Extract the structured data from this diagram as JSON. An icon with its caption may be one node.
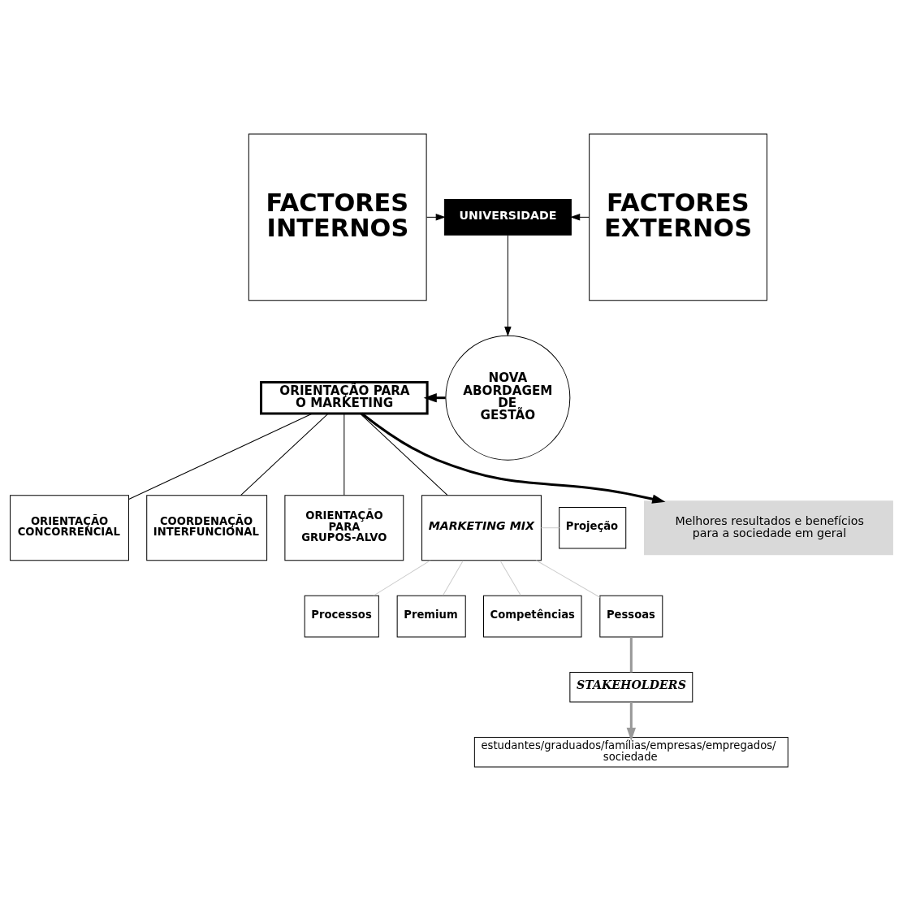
{
  "diagram": {
    "nodes": [
      {
        "text": [
          "FACTORES INTERNOS"
        ]
      },
      {
        "text": [
          "UNIVERSIDADE"
        ]
      },
      {
        "text": [
          "FACTORES EXTERNOS"
        ]
      },
      {
        "text": [
          "NOVA ABORDAGEM DE GESTÃO"
        ]
      },
      {
        "text": [
          "ORIENTAÇÃO PARA O MARKETING"
        ]
      },
      {
        "text": [
          "ORIENTAÇÃO CONCORRENCIAL"
        ]
      },
      {
        "text": [
          "COORDENAÇÃO INTERFUNCIONAL"
        ]
      },
      {
        "text": [
          "ORIENTAÇÃO PARA GRUPOS-ALVO"
        ]
      },
      {
        "text": [
          "MARKETING MIX"
        ]
      },
      {
        "text": [
          "Processos"
        ]
      },
      {
        "text": [
          "Premium"
        ]
      },
      {
        "text": [
          "Competências"
        ]
      },
      {
        "text": [
          "Projeção"
        ]
      },
      {
        "text": [
          "Pessoas"
        ]
      },
      {
        "text": [
          "STAKEHOLDERS"
        ]
      },
      {
        "text": [
          "estudantes/graduados/famílias/empresas/empregados/ sociedade"
        ]
      },
      {
        "text": [
          "Melhores resultados e benefícios para a sociedade em geral"
        ]
      }
    ],
    "edges": [
      {
        "from": 0,
        "to": 1,
        "arrow": "to"
      },
      {
        "from": 2,
        "to": 1,
        "arrow": "to"
      },
      {
        "from": 1,
        "to": 3,
        "arrow": "to"
      },
      {
        "from": 3,
        "to": 4,
        "arrow": "to",
        "style": "thick"
      },
      {
        "from": 4,
        "to": 5,
        "arrow": "none"
      },
      {
        "from": 4,
        "to": 6,
        "arrow": "none"
      },
      {
        "from": 4,
        "to": 7,
        "arrow": "none"
      },
      {
        "from": 4,
        "to": 8,
        "arrow": "none"
      },
      {
        "from": 4,
        "to": 16,
        "arrow": "to",
        "style": "thick"
      },
      {
        "from": 8,
        "to": 9,
        "arrow": "none",
        "color": "#cccccc"
      },
      {
        "from": 8,
        "to": 10,
        "arrow": "none",
        "color": "#cccccc"
      },
      {
        "from": 8,
        "to": 11,
        "arrow": "none",
        "color": "#cccccc"
      },
      {
        "from": 8,
        "to": 12,
        "arrow": "none",
        "color": "#cccccc"
      },
      {
        "from": 8,
        "to": 13,
        "arrow": "none",
        "color": "#cccccc"
      },
      {
        "from": 13,
        "to": 14,
        "arrow": "none",
        "style": "thick",
        "color": "#999999"
      },
      {
        "from": 14,
        "to": 15,
        "arrow": "to",
        "style": "thick",
        "color": "#999999"
      }
    ]
  }
}
